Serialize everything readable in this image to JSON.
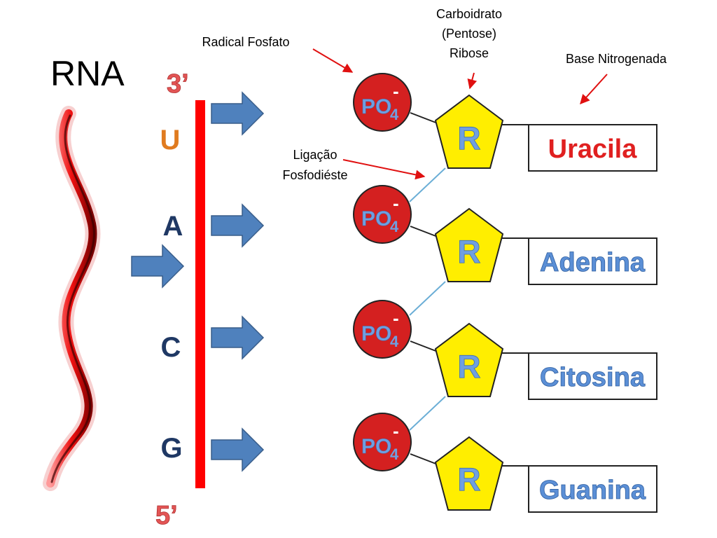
{
  "title": "RNA",
  "strand": {
    "end_top": "3’",
    "end_bottom": "5’",
    "bases": [
      "U",
      "A",
      "C",
      "G"
    ]
  },
  "labels": {
    "phosphate": "Radical Fosfato",
    "sugar": [
      "Carboidrato",
      "(Pentose)",
      "Ribose"
    ],
    "base": "Base Nitrogenada",
    "bond": [
      "Ligação",
      "Fosfodiéste"
    ]
  },
  "nucleotides": [
    {
      "phosphate": "PO",
      "subscript": "4",
      "charge": "-",
      "sugar": "R",
      "base": "Uracila"
    },
    {
      "phosphate": "PO",
      "subscript": "4",
      "charge": "-",
      "sugar": "R",
      "base": "Adenina"
    },
    {
      "phosphate": "PO",
      "subscript": "4",
      "charge": "-",
      "sugar": "R",
      "base": "Citosina"
    },
    {
      "phosphate": "PO",
      "subscript": "4",
      "charge": "-",
      "sugar": "R",
      "base": "Guanina"
    }
  ],
  "colors": {
    "phosphate_fill": "#d42020",
    "sugar_fill": "#ffee00",
    "strand_red": "#ff0000",
    "arrow_blue": "#4f81bd",
    "uracila_red": "#e02020",
    "base_blue": "#5b8fd6",
    "end_label": "#e35555",
    "u_orange": "#e07b20",
    "base_letter": "#1f3864",
    "bond_line": "#6baed6",
    "annotation_arrow": "#e01010"
  }
}
